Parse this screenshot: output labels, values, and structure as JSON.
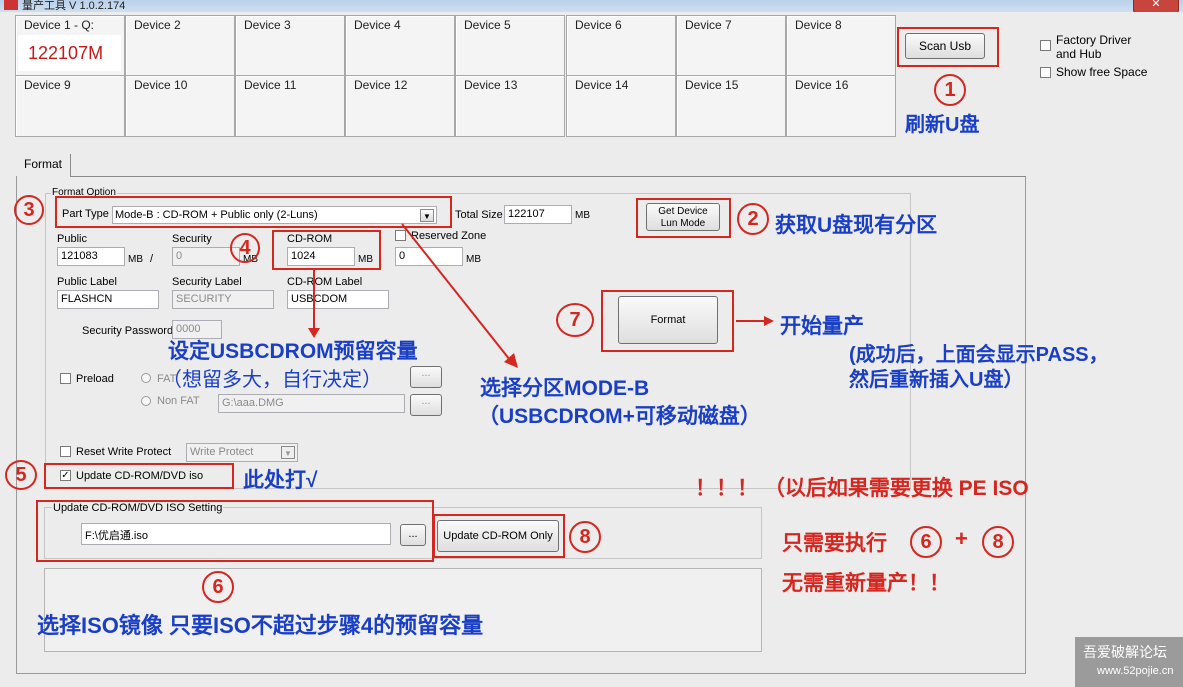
{
  "window": {
    "title": "量产工具 V 1.0.2.174",
    "close_label": "✕"
  },
  "devices": [
    {
      "label": "Device 1 - Q:",
      "value": "122107M"
    },
    {
      "label": "Device 2"
    },
    {
      "label": "Device 3"
    },
    {
      "label": "Device 4"
    },
    {
      "label": "Device 5"
    },
    {
      "label": "Device 6"
    },
    {
      "label": "Device 7"
    },
    {
      "label": "Device 8"
    },
    {
      "label": "Device 9"
    },
    {
      "label": "Device 10"
    },
    {
      "label": "Device 11"
    },
    {
      "label": "Device 12"
    },
    {
      "label": "Device 13"
    },
    {
      "label": "Device 14"
    },
    {
      "label": "Device 15"
    },
    {
      "label": "Device 16"
    }
  ],
  "toolbar": {
    "scan_usb": "Scan Usb",
    "factory_driver": "Factory Driver\nand Hub",
    "show_free_space": "Show free Space"
  },
  "tab": {
    "format": "Format"
  },
  "format_option": {
    "group_label": "Format Option",
    "part_type_label": "Part Type",
    "part_type_value": "Mode-B : CD-ROM + Public only   (2-Luns)",
    "total_size_label": "Total Size",
    "total_size_value": "122107",
    "mb": "MB",
    "get_device_btn": "Get Device\nLun Mode",
    "public_label": "Public",
    "public_value": "121083",
    "slash": "/",
    "security_label": "Security",
    "security_value": "0",
    "cdrom_label": "CD-ROM",
    "cdrom_value": "1024",
    "reserved_zone_label": "Reserved Zone",
    "reserved_value": "0",
    "public_label_label": "Public Label",
    "public_label_value": "FLASHCN",
    "security_label_label": "Security Label",
    "security_label_value": "SECURITY",
    "cdrom_label_label": "CD-ROM Label",
    "cdrom_label_value": "USBCDOM",
    "security_password_label": "Security Password",
    "security_password_value": "0000",
    "format_btn": "Format",
    "preload_label": "Preload",
    "fat_label": "FAT",
    "non_fat_label": "Non FAT",
    "non_fat_path": "G:\\aaa.DMG",
    "browse": "...",
    "reset_write_protect_label": "Reset Write Protect",
    "write_protect_value": "Write Protect",
    "update_cdrom_label": "Update CD-ROM/DVD iso",
    "update_cdrom_checked": "✓"
  },
  "iso_setting": {
    "group_label": "Update CD-ROM/DVD ISO Setting",
    "path_value": "F:\\优启通.iso",
    "browse": "...",
    "update_only_btn": "Update CD-ROM Only"
  },
  "annotations": {
    "n1": "1",
    "n2": "2",
    "n3": "3",
    "n4": "4",
    "n5": "5",
    "n6": "6",
    "n7": "7",
    "n8": "8",
    "n6b": "6",
    "n8b": "8",
    "refresh": "刷新U盘",
    "get_partition": "获取U盘现有分区",
    "set_cdrom": "设定USBCDROM预留容量",
    "set_cdrom_sub": "（想留多大，自行决定）",
    "choose_mode": "选择分区MODE-B",
    "choose_mode_sub": "（USBCDROM+可移动磁盘）",
    "start_format": "开始量产",
    "success_note": "(成功后，上面会显示PASS，",
    "reinsert": "然后重新插入U盘）",
    "check_here": "此处打√",
    "later_note": "！！！ （以后如果需要更换 PE ISO",
    "only_need": "只需要执行",
    "plus": "+",
    "no_reformat": "无需重新量产！！",
    "choose_iso": "选择ISO镜像 只要ISO不超过步骤4的预留容量"
  },
  "watermark": {
    "site_name": "吾爱破解论坛",
    "url": "www.52pojie.cn"
  },
  "colors": {
    "annotation_red": "#d4271f",
    "annotation_blue": "#1a3fc4",
    "device_value": "#c41a1a"
  }
}
